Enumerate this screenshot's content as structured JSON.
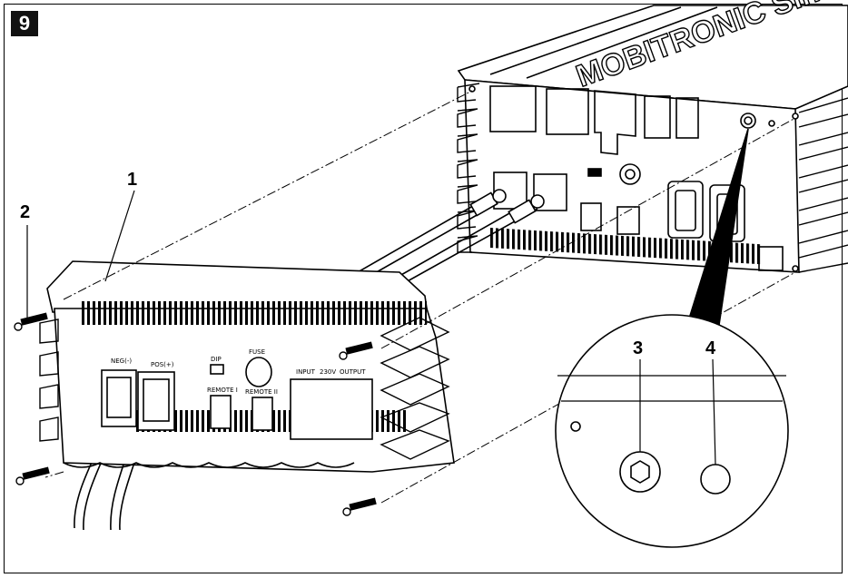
{
  "figure": {
    "number": "9"
  },
  "callouts": {
    "c1": "1",
    "c2": "2",
    "c3": "3",
    "c4": "4"
  },
  "inverter_logo": "MOBITRONIC SinePower",
  "panel_labels": {
    "neg": "NEG(-)",
    "pos": "POS(+)",
    "dip": "DIP",
    "fuse": "FUSE",
    "remote1": "REMOTE I",
    "remote2": "REMOTE II",
    "input": "INPUT",
    "voltage": "230V",
    "output": "OUTPUT"
  },
  "colors": {
    "line": "#000000",
    "background": "#ffffff",
    "badge": "#111111"
  }
}
